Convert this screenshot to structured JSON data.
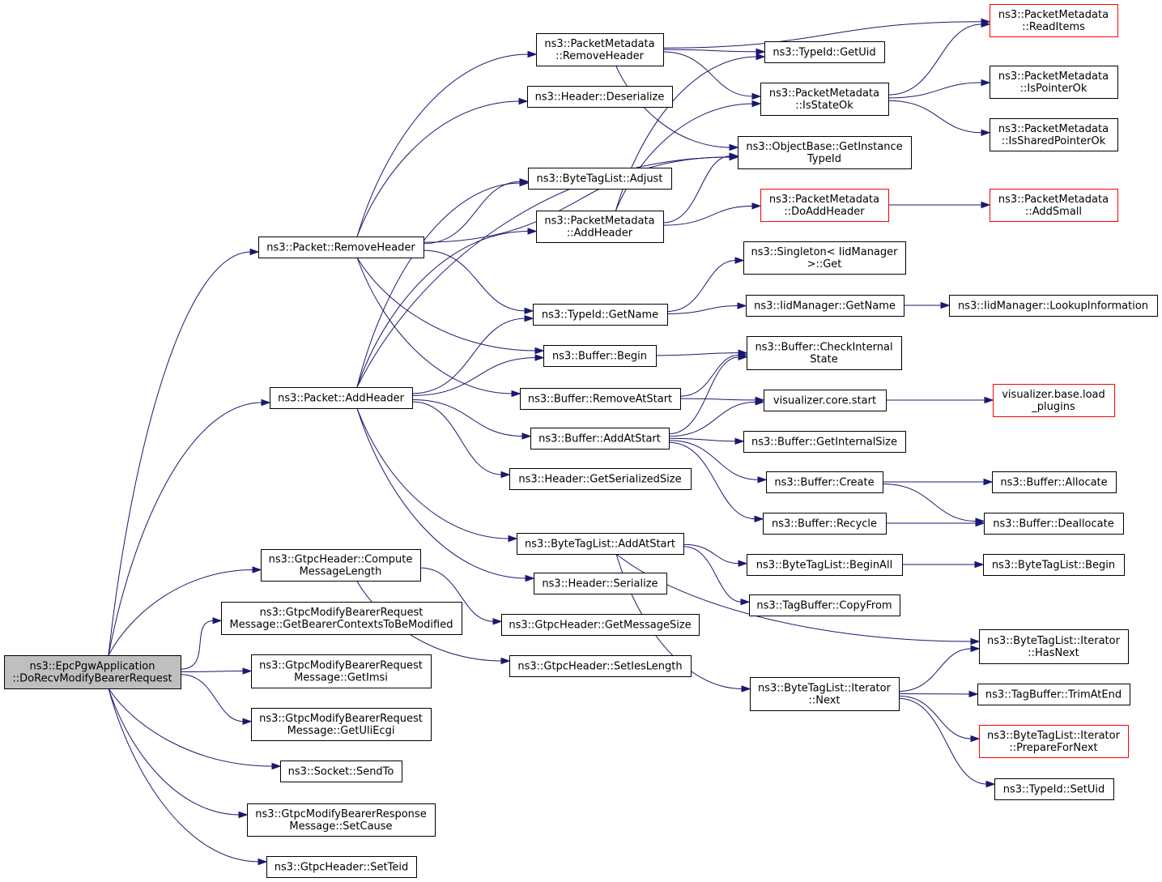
{
  "colors": {
    "edge": "#191970",
    "node_border": "#000000",
    "truncated_border": "#ff0000",
    "root_fill": "#bfbfbf",
    "node_fill": "#ffffff",
    "text": "#000000"
  },
  "nodes": [
    {
      "id": "root",
      "lines": [
        "ns3::EpcPgwApplication",
        "::DoRecvModifyBearerRequest"
      ],
      "root": true
    },
    {
      "id": "pkt_remove_header",
      "lines": [
        "ns3::Packet::RemoveHeader"
      ]
    },
    {
      "id": "pkt_add_header",
      "lines": [
        "ns3::Packet::AddHeader"
      ]
    },
    {
      "id": "gtpc_compute_len",
      "lines": [
        "ns3::GtpcHeader::Compute",
        "MessageLength"
      ]
    },
    {
      "id": "get_bearer_ctx",
      "lines": [
        "ns3::GtpcModifyBearerRequest",
        "Message::GetBearerContextsToBeModified"
      ]
    },
    {
      "id": "get_imsi",
      "lines": [
        "ns3::GtpcModifyBearerRequest",
        "Message::GetImsi"
      ]
    },
    {
      "id": "get_uli_ecgi",
      "lines": [
        "ns3::GtpcModifyBearerRequest",
        "Message::GetUliEcgi"
      ]
    },
    {
      "id": "socket_sendto",
      "lines": [
        "ns3::Socket::SendTo"
      ]
    },
    {
      "id": "set_cause",
      "lines": [
        "ns3::GtpcModifyBearerResponse",
        "Message::SetCause"
      ]
    },
    {
      "id": "set_teid",
      "lines": [
        "ns3::GtpcHeader::SetTeid"
      ]
    },
    {
      "id": "pm_remove_header",
      "lines": [
        "ns3::PacketMetadata",
        "::RemoveHeader"
      ]
    },
    {
      "id": "hdr_deserialize",
      "lines": [
        "ns3::Header::Deserialize"
      ]
    },
    {
      "id": "btl_adjust",
      "lines": [
        "ns3::ByteTagList::Adjust"
      ]
    },
    {
      "id": "pm_add_header",
      "lines": [
        "ns3::PacketMetadata",
        "::AddHeader"
      ]
    },
    {
      "id": "typeid_getname",
      "lines": [
        "ns3::TypeId::GetName"
      ]
    },
    {
      "id": "buf_begin",
      "lines": [
        "ns3::Buffer::Begin"
      ]
    },
    {
      "id": "buf_remove_at_start",
      "lines": [
        "ns3::Buffer::RemoveAtStart"
      ]
    },
    {
      "id": "buf_add_at_start",
      "lines": [
        "ns3::Buffer::AddAtStart"
      ]
    },
    {
      "id": "hdr_get_ser_size",
      "lines": [
        "ns3::Header::GetSerializedSize"
      ]
    },
    {
      "id": "btl_add_at_start",
      "lines": [
        "ns3::ByteTagList::AddAtStart"
      ]
    },
    {
      "id": "hdr_serialize",
      "lines": [
        "ns3::Header::Serialize"
      ]
    },
    {
      "id": "gtpc_get_msg_size",
      "lines": [
        "ns3::GtpcHeader::GetMessageSize"
      ]
    },
    {
      "id": "gtpc_set_ies_len",
      "lines": [
        "ns3::GtpcHeader::SetIesLength"
      ]
    },
    {
      "id": "typeid_getuid",
      "lines": [
        "ns3::TypeId::GetUid"
      ]
    },
    {
      "id": "pm_is_state_ok",
      "lines": [
        "ns3::PacketMetadata",
        "::IsStateOk"
      ]
    },
    {
      "id": "objbase_get_instance_typeid",
      "lines": [
        "ns3::ObjectBase::GetInstance",
        "TypeId"
      ]
    },
    {
      "id": "pm_do_add_header",
      "lines": [
        "ns3::PacketMetadata",
        "::DoAddHeader"
      ],
      "truncated": true
    },
    {
      "id": "singleton_get",
      "lines": [
        "ns3::Singleton< IidManager",
        " >::Get"
      ]
    },
    {
      "id": "iid_get_name",
      "lines": [
        "ns3::IidManager::GetName"
      ]
    },
    {
      "id": "buf_check_internal_state",
      "lines": [
        "ns3::Buffer::CheckInternal",
        "State"
      ]
    },
    {
      "id": "vis_core_start",
      "lines": [
        "visualizer.core.start"
      ]
    },
    {
      "id": "buf_get_internal_size",
      "lines": [
        "ns3::Buffer::GetInternalSize"
      ]
    },
    {
      "id": "buf_create",
      "lines": [
        "ns3::Buffer::Create"
      ]
    },
    {
      "id": "buf_recycle",
      "lines": [
        "ns3::Buffer::Recycle"
      ]
    },
    {
      "id": "btl_begin_all",
      "lines": [
        "ns3::ByteTagList::BeginAll"
      ]
    },
    {
      "id": "tagbuf_copy_from",
      "lines": [
        "ns3::TagBuffer::CopyFrom"
      ]
    },
    {
      "id": "btl_iter_next",
      "lines": [
        "ns3::ByteTagList::Iterator",
        "::Next"
      ]
    },
    {
      "id": "pm_read_items",
      "lines": [
        "ns3::PacketMetadata",
        "::ReadItems"
      ],
      "truncated": true
    },
    {
      "id": "pm_is_pointer_ok",
      "lines": [
        "ns3::PacketMetadata",
        "::IsPointerOk"
      ]
    },
    {
      "id": "pm_is_shared_pointer_ok",
      "lines": [
        "ns3::PacketMetadata",
        "::IsSharedPointerOk"
      ]
    },
    {
      "id": "pm_add_small",
      "lines": [
        "ns3::PacketMetadata",
        "::AddSmall"
      ],
      "truncated": true
    },
    {
      "id": "iid_lookup_info",
      "lines": [
        "ns3::IidManager::LookupInformation"
      ]
    },
    {
      "id": "vis_base_load_plugins",
      "lines": [
        "visualizer.base.load",
        "_plugins"
      ],
      "truncated": true
    },
    {
      "id": "buf_allocate",
      "lines": [
        "ns3::Buffer::Allocate"
      ]
    },
    {
      "id": "buf_deallocate",
      "lines": [
        "ns3::Buffer::Deallocate"
      ]
    },
    {
      "id": "btl_begin",
      "lines": [
        "ns3::ByteTagList::Begin"
      ]
    },
    {
      "id": "btl_iter_has_next",
      "lines": [
        "ns3::ByteTagList::Iterator",
        "::HasNext"
      ]
    },
    {
      "id": "tagbuf_trim_at_end",
      "lines": [
        "ns3::TagBuffer::TrimAtEnd"
      ]
    },
    {
      "id": "btl_iter_prepare_for_next",
      "lines": [
        "ns3::ByteTagList::Iterator",
        "::PrepareForNext"
      ],
      "truncated": true
    },
    {
      "id": "typeid_setuid",
      "lines": [
        "ns3::TypeId::SetUid"
      ]
    }
  ],
  "edges": [
    [
      "root",
      "pkt_remove_header"
    ],
    [
      "root",
      "pkt_add_header"
    ],
    [
      "root",
      "gtpc_compute_len"
    ],
    [
      "root",
      "get_bearer_ctx"
    ],
    [
      "root",
      "get_imsi"
    ],
    [
      "root",
      "get_uli_ecgi"
    ],
    [
      "root",
      "socket_sendto"
    ],
    [
      "root",
      "set_cause"
    ],
    [
      "root",
      "set_teid"
    ],
    [
      "pkt_remove_header",
      "pm_remove_header"
    ],
    [
      "pkt_remove_header",
      "hdr_deserialize"
    ],
    [
      "pkt_remove_header",
      "objbase_get_instance_typeid"
    ],
    [
      "pkt_remove_header",
      "btl_adjust"
    ],
    [
      "pkt_remove_header",
      "typeid_getname"
    ],
    [
      "pkt_remove_header",
      "buf_begin"
    ],
    [
      "pkt_remove_header",
      "buf_remove_at_start"
    ],
    [
      "pkt_add_header",
      "btl_adjust"
    ],
    [
      "pkt_add_header",
      "pm_add_header"
    ],
    [
      "pkt_add_header",
      "objbase_get_instance_typeid"
    ],
    [
      "pkt_add_header",
      "typeid_getname"
    ],
    [
      "pkt_add_header",
      "buf_begin"
    ],
    [
      "pkt_add_header",
      "buf_add_at_start"
    ],
    [
      "pkt_add_header",
      "hdr_get_ser_size"
    ],
    [
      "pkt_add_header",
      "btl_add_at_start"
    ],
    [
      "pkt_add_header",
      "hdr_serialize"
    ],
    [
      "gtpc_compute_len",
      "gtpc_get_msg_size"
    ],
    [
      "gtpc_compute_len",
      "gtpc_set_ies_len"
    ],
    [
      "pm_remove_header",
      "pm_read_items"
    ],
    [
      "pm_remove_header",
      "typeid_getuid"
    ],
    [
      "pm_remove_header",
      "pm_is_state_ok"
    ],
    [
      "pm_remove_header",
      "objbase_get_instance_typeid"
    ],
    [
      "pm_add_header",
      "typeid_getuid"
    ],
    [
      "pm_add_header",
      "pm_is_state_ok"
    ],
    [
      "pm_add_header",
      "objbase_get_instance_typeid"
    ],
    [
      "pm_add_header",
      "pm_do_add_header"
    ],
    [
      "pm_is_state_ok",
      "pm_read_items"
    ],
    [
      "pm_is_state_ok",
      "pm_is_pointer_ok"
    ],
    [
      "pm_is_state_ok",
      "pm_is_shared_pointer_ok"
    ],
    [
      "pm_do_add_header",
      "pm_add_small"
    ],
    [
      "typeid_getname",
      "singleton_get"
    ],
    [
      "typeid_getname",
      "iid_get_name"
    ],
    [
      "iid_get_name",
      "iid_lookup_info"
    ],
    [
      "buf_begin",
      "buf_check_internal_state"
    ],
    [
      "buf_remove_at_start",
      "buf_check_internal_state"
    ],
    [
      "buf_remove_at_start",
      "vis_core_start"
    ],
    [
      "buf_add_at_start",
      "buf_check_internal_state"
    ],
    [
      "buf_add_at_start",
      "vis_core_start"
    ],
    [
      "buf_add_at_start",
      "buf_get_internal_size"
    ],
    [
      "buf_add_at_start",
      "buf_create"
    ],
    [
      "buf_add_at_start",
      "buf_recycle"
    ],
    [
      "vis_core_start",
      "vis_base_load_plugins"
    ],
    [
      "buf_create",
      "buf_allocate"
    ],
    [
      "buf_create",
      "buf_deallocate"
    ],
    [
      "buf_recycle",
      "buf_deallocate"
    ],
    [
      "btl_add_at_start",
      "btl_begin_all"
    ],
    [
      "btl_add_at_start",
      "tagbuf_copy_from"
    ],
    [
      "btl_add_at_start",
      "btl_iter_has_next"
    ],
    [
      "btl_add_at_start",
      "btl_iter_next"
    ],
    [
      "btl_begin_all",
      "btl_begin"
    ],
    [
      "btl_iter_next",
      "btl_iter_has_next"
    ],
    [
      "btl_iter_next",
      "tagbuf_trim_at_end"
    ],
    [
      "btl_iter_next",
      "btl_iter_prepare_for_next"
    ],
    [
      "btl_iter_next",
      "typeid_setuid"
    ]
  ]
}
